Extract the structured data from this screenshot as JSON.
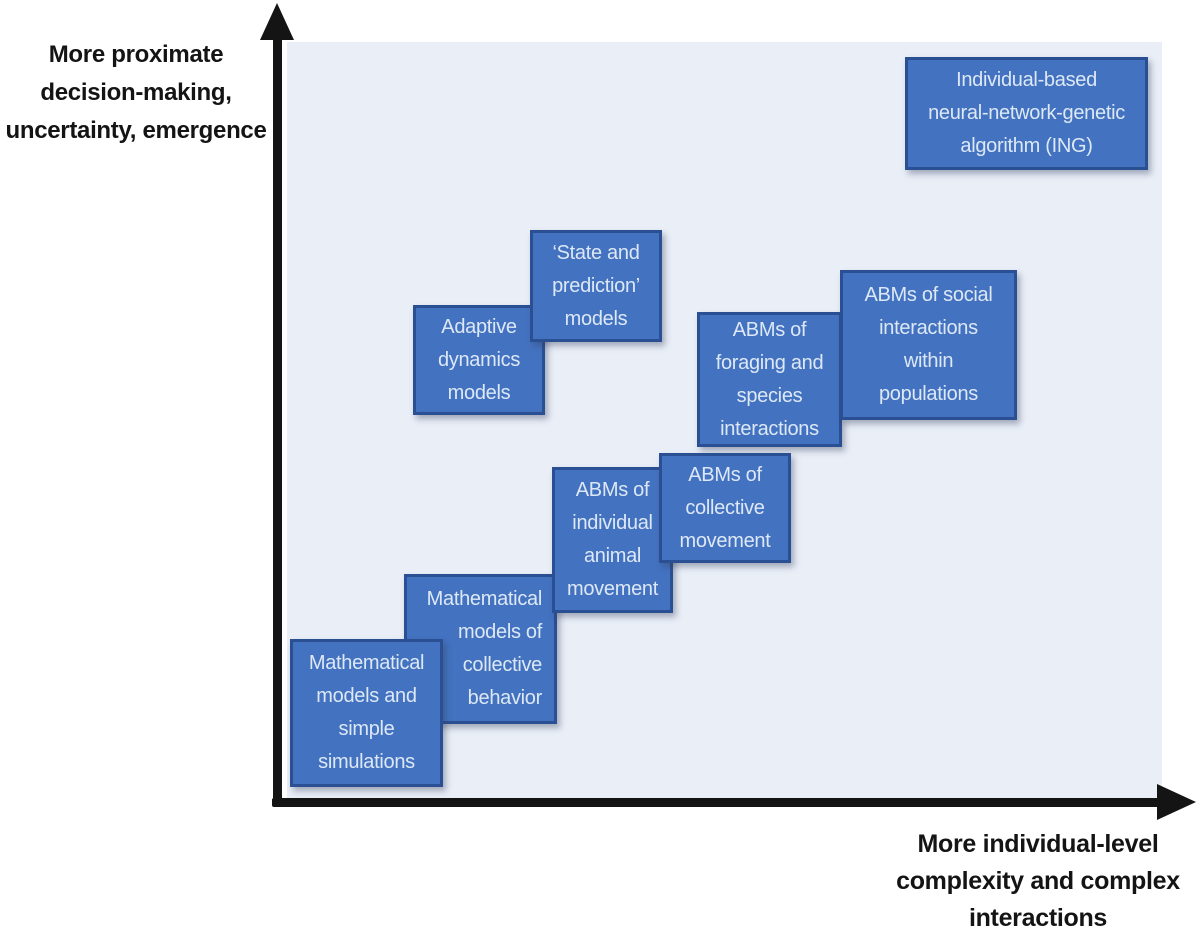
{
  "figure": {
    "type": "conceptual-model-positioning-diagram",
    "colors": {
      "box_fill": "#4372c0",
      "box_border": "#2b4f93",
      "box_text": "#dde8f6",
      "plot_background": "#e9eef7",
      "axis": "#141414"
    }
  },
  "axes": {
    "y_label": "More proximate\ndecision-making,\nuncertainty, emergence",
    "x_label": "More individual-level\ncomplexity and complex\ninteractions"
  },
  "boxes": [
    {
      "id": "math-simple",
      "label": "Mathematical\nmodels and\nsimple\nsimulations"
    },
    {
      "id": "math-collective",
      "label": "Mathematical\nmodels of\ncollective\nbehavior"
    },
    {
      "id": "abm-individual",
      "label": "ABMs of\nindividual\nanimal\nmovement"
    },
    {
      "id": "abm-collective-move",
      "label": "ABMs of\ncollective\nmovement"
    },
    {
      "id": "adaptive",
      "label": "Adaptive\ndynamics\nmodels"
    },
    {
      "id": "state-prediction",
      "label": "‘State and\nprediction’\nmodels"
    },
    {
      "id": "abm-foraging",
      "label": "ABMs of\nforaging and\nspecies\ninteractions"
    },
    {
      "id": "abm-social",
      "label": "ABMs of social\ninteractions\nwithin\npopulations"
    },
    {
      "id": "ing",
      "label": "Individual-based\nneural-network-genetic\nalgorithm (ING)"
    }
  ]
}
